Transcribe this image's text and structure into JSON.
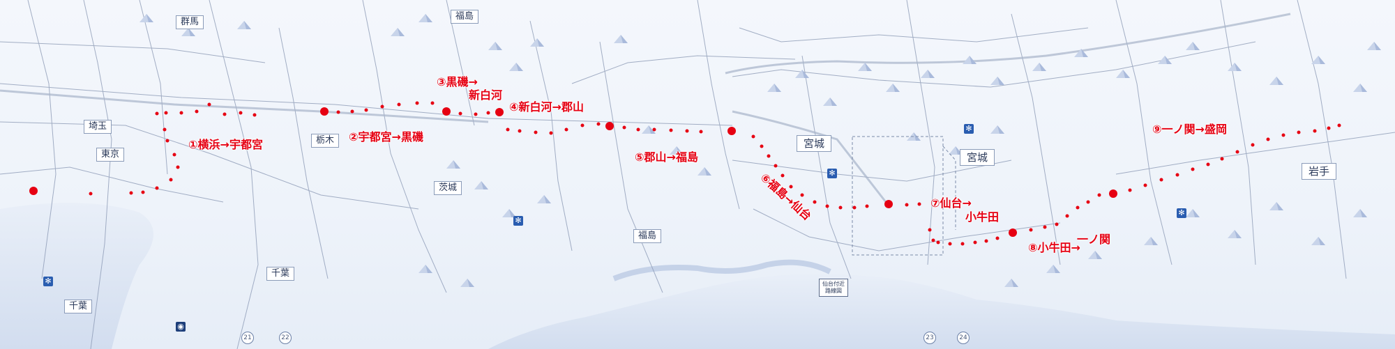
{
  "prefectures": {
    "gunma": "群馬",
    "fukushima_north": "福島",
    "tochigi": "栃木",
    "saitama": "埼玉",
    "tokyo": "東京",
    "ibaraki": "茨城",
    "fukushima_south": "福島",
    "miyagi_1": "宮城",
    "miyagi_2": "宮城",
    "iwate": "岩手",
    "chiba_1": "千葉",
    "chiba_2": "千葉"
  },
  "legs": {
    "leg1": "①横浜→宇都宮",
    "leg2": "②宇都宮→黒磯",
    "leg3_line1": "③黒磯→",
    "leg3_line2": "新白河",
    "leg4": "④新白河→郡山",
    "leg5": "⑤郡山→福島",
    "leg6": "⑥福島→仙台",
    "leg7": "⑦仙台→",
    "leg7_station": "小牛田",
    "leg8": "⑧小牛田→",
    "leg8_station": "一ノ関",
    "leg9": "⑨一ノ関→盛岡"
  },
  "page_numbers": [
    "21",
    "22",
    "23",
    "24"
  ],
  "reference_box": {
    "line1": "仙台付近",
    "line2": "路線図"
  },
  "colors": {
    "route": "#e60012",
    "railway": "#7f8fae",
    "land": "#f4f7fc",
    "sea": "#dbe4f2",
    "label_border": "#8a9bb8"
  },
  "icons": [
    "snowflake-icon",
    "mountain-icon",
    "train-icon"
  ]
}
